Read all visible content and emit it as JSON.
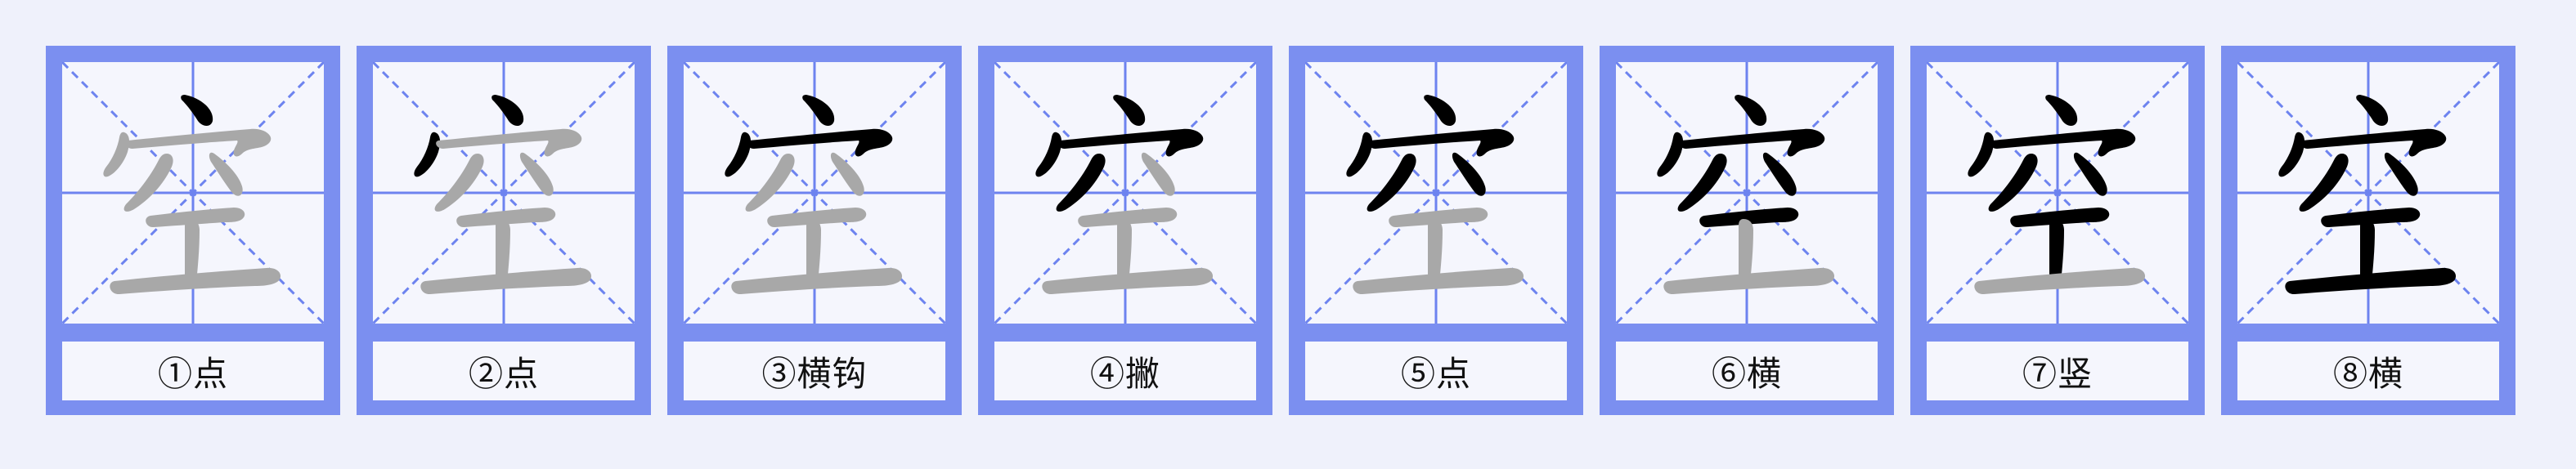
{
  "character": "空",
  "colors": {
    "background": "#eff1fb",
    "frame": "#7b8ff0",
    "grid_line": "#6d83ef",
    "grid_diagonal": "#6d83ef",
    "stroke_done": "#000000",
    "stroke_pending": "#a8a8a8"
  },
  "steps": [
    {
      "label": "①点",
      "completed_strokes": 1
    },
    {
      "label": "②点",
      "completed_strokes": 2
    },
    {
      "label": "③横钩",
      "completed_strokes": 3
    },
    {
      "label": "④撇",
      "completed_strokes": 4
    },
    {
      "label": "⑤点",
      "completed_strokes": 5
    },
    {
      "label": "⑥横",
      "completed_strokes": 6
    },
    {
      "label": "⑦竖",
      "completed_strokes": 7
    },
    {
      "label": "⑧横",
      "completed_strokes": 8
    }
  ]
}
